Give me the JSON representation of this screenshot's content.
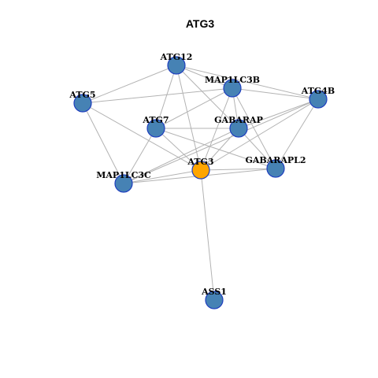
{
  "title": "ATG3",
  "colors": {
    "node_default": "#4682b4",
    "node_highlight": "#ffa500",
    "node_border": "#1f3fbf",
    "edge": "#b3b3b3"
  },
  "nodes": [
    {
      "id": "ATG12",
      "label": "ATG12",
      "highlight": false
    },
    {
      "id": "MAP1LC3B",
      "label": "MAP1LC3B",
      "highlight": false
    },
    {
      "id": "ATG4B",
      "label": "ATG4B",
      "highlight": false
    },
    {
      "id": "ATG5",
      "label": "ATG5",
      "highlight": false
    },
    {
      "id": "ATG7",
      "label": "ATG7",
      "highlight": false
    },
    {
      "id": "GABARAP",
      "label": "GABARAP",
      "highlight": false
    },
    {
      "id": "ATG3",
      "label": "ATG3",
      "highlight": true
    },
    {
      "id": "GABARAPL2",
      "label": "GABARAPL2",
      "highlight": false
    },
    {
      "id": "MAP1LC3C",
      "label": "MAP1LC3C",
      "highlight": false
    },
    {
      "id": "ASS1",
      "label": "ASS1",
      "highlight": false
    }
  ],
  "edges": [
    [
      "ATG12",
      "ATG5"
    ],
    [
      "ATG12",
      "MAP1LC3B"
    ],
    [
      "ATG12",
      "ATG4B"
    ],
    [
      "ATG12",
      "ATG7"
    ],
    [
      "ATG12",
      "ATG3"
    ],
    [
      "ATG12",
      "GABARAP"
    ],
    [
      "ATG5",
      "MAP1LC3B"
    ],
    [
      "ATG5",
      "ATG3"
    ],
    [
      "ATG5",
      "MAP1LC3C"
    ],
    [
      "MAP1LC3B",
      "ATG4B"
    ],
    [
      "MAP1LC3B",
      "ATG7"
    ],
    [
      "MAP1LC3B",
      "ATG3"
    ],
    [
      "MAP1LC3B",
      "GABARAP"
    ],
    [
      "MAP1LC3B",
      "GABARAPL2"
    ],
    [
      "ATG4B",
      "GABARAP"
    ],
    [
      "ATG4B",
      "ATG3"
    ],
    [
      "ATG4B",
      "GABARAPL2"
    ],
    [
      "ATG4B",
      "MAP1LC3C"
    ],
    [
      "ATG7",
      "GABARAP"
    ],
    [
      "ATG7",
      "ATG3"
    ],
    [
      "ATG7",
      "GABARAPL2"
    ],
    [
      "ATG7",
      "MAP1LC3C"
    ],
    [
      "GABARAP",
      "ATG3"
    ],
    [
      "GABARAP",
      "GABARAPL2"
    ],
    [
      "GABARAP",
      "MAP1LC3C"
    ],
    [
      "ATG3",
      "GABARAPL2"
    ],
    [
      "ATG3",
      "MAP1LC3C"
    ],
    [
      "ATG3",
      "ASS1"
    ],
    [
      "GABARAPL2",
      "MAP1LC3C"
    ]
  ]
}
